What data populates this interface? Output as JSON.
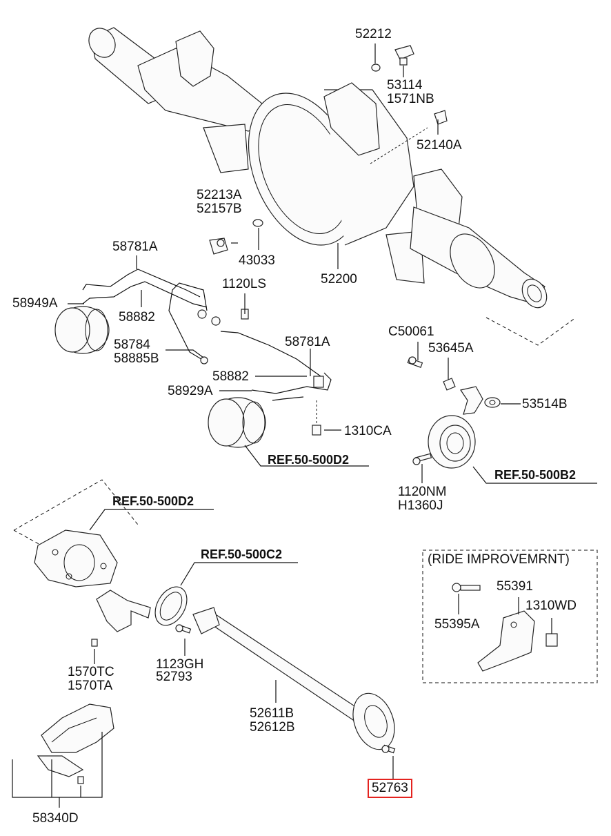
{
  "labels": {
    "p52212": "52212",
    "p53114": "53114",
    "p1571NB": "1571NB",
    "p52140A": "52140A",
    "p52213A": "52213A",
    "p52157B": "52157B",
    "p43033": "43033",
    "p52200": "52200",
    "p58781A_top": "58781A",
    "p1120LS": "1120LS",
    "p58949A": "58949A",
    "p58882_top": "58882",
    "p58784": "58784",
    "p58885B": "58885B",
    "p58781A_mid": "58781A",
    "p58882_mid": "58882",
    "p58929A": "58929A",
    "p1310CA": "1310CA",
    "ref_500D2_mid": "REF.50-500D2",
    "pC50061": "C50061",
    "p53645A": "53645A",
    "p53514B": "53514B",
    "ref_500B2": "REF.50-500B2",
    "p1120NM": "1120NM",
    "pH1360J": "H1360J",
    "ref_500D2_left": "REF.50-500D2",
    "ref_500C2": "REF.50-500C2",
    "ride_title": "(RIDE IMPROVEMRNT)",
    "p55391": "55391",
    "p1310WD": "1310WD",
    "p55395A": "55395A",
    "p1570TC": "1570TC",
    "p1570TA": "1570TA",
    "p1123GH": "1123GH",
    "p52793": "52793",
    "p52611B": "52611B",
    "p52612B": "52612B",
    "p52763": "52763",
    "p58340D": "58340D"
  },
  "highlight_color": "#e4231f",
  "highlighted_part": "52763"
}
